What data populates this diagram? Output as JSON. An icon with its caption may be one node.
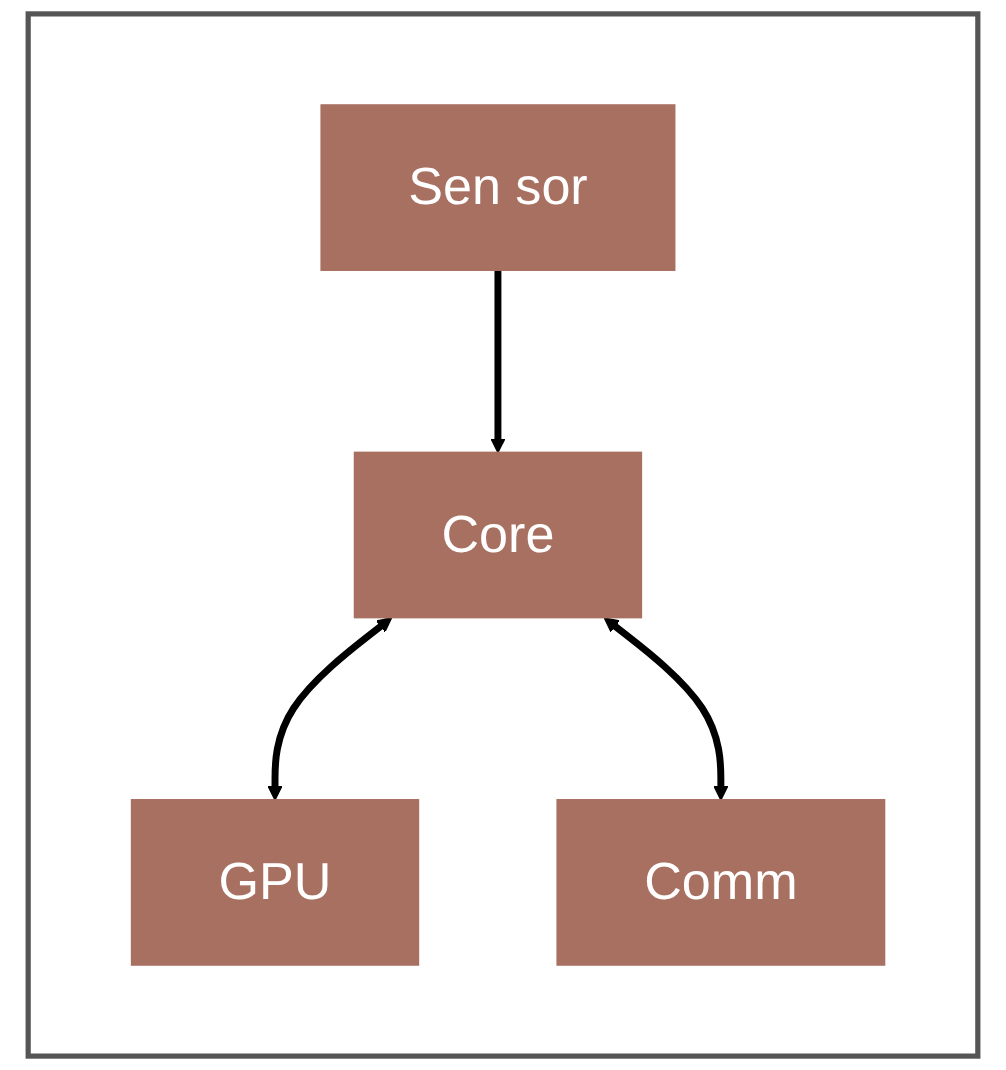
{
  "diagram": {
    "nodes": [
      {
        "text": [],
        "shape": "box"
      },
      {
        "text": [
          "Core"
        ],
        "in": 0
      },
      {
        "text": [
          "GPU"
        ],
        "in": 0
      },
      {
        "text": [
          "Sen sor"
        ],
        "in": 0
      },
      {
        "text": [
          "Comm"
        ],
        "in": 0
      }
    ],
    "edges": [
      {
        "from": 1,
        "to": 2,
        "arrow": "both"
      },
      {
        "from": 3,
        "to": 1,
        "arrow": "to"
      },
      {
        "from": 1,
        "to": 4,
        "arrow": "both"
      }
    ]
  }
}
